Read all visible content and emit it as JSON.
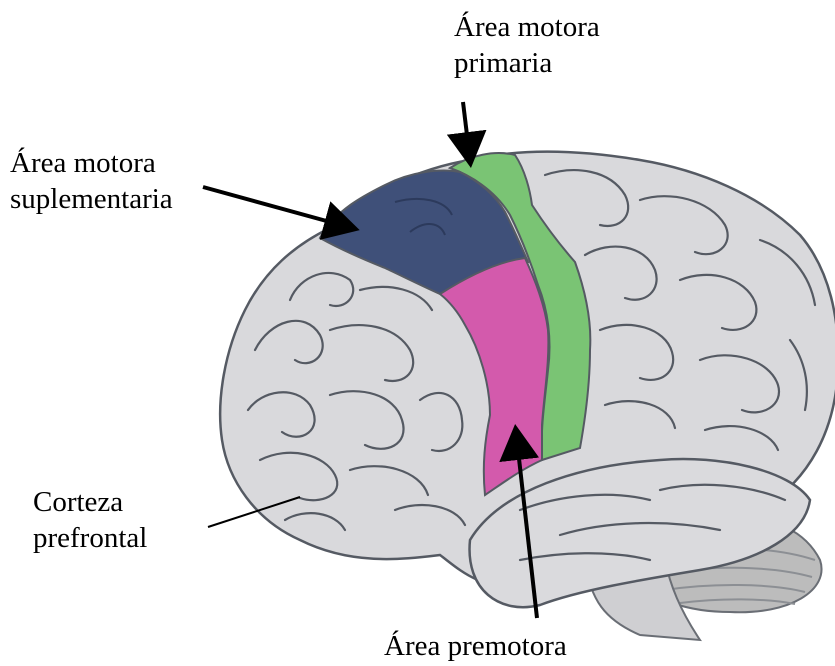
{
  "labels": {
    "primary_motor": [
      "Área motora",
      "primaria"
    ],
    "supplementary_motor": [
      "Área motora",
      "suplementaria"
    ],
    "prefrontal": [
      "Corteza",
      "prefrontal"
    ],
    "premotor": "Área premotora"
  },
  "colors": {
    "brain": "#d9d9dc",
    "brain_outline": "#555a63",
    "primary_motor": "#7ac474",
    "supplementary_motor": "#3f5079",
    "premotor": "#d35aac",
    "cerebellum": "#bcbcbc",
    "arrow": "#000000"
  }
}
